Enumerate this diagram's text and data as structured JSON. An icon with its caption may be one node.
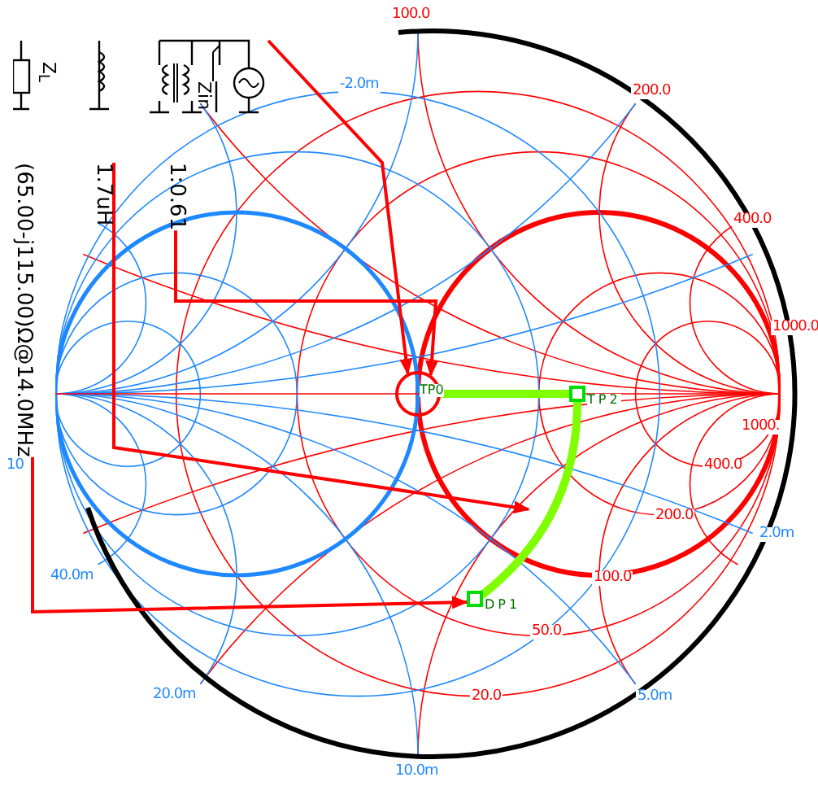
{
  "diagram": {
    "nodes": [
      {
        "text": [],
        "shape": "picture"
      },
      {
        "text": [
          "1.7uH"
        ]
      },
      {
        "text": [
          "1:0.61"
        ]
      },
      {
        "text": [
          "(65.00-j115.00)Ω@14.0MHz"
        ]
      },
      {
        "text": [
          "TP0"
        ]
      },
      {
        "text": [
          "TP2"
        ]
      },
      {
        "text": [
          "DP1"
        ]
      }
    ],
    "edges": [
      {
        "from": 0,
        "to": 4,
        "arrow": "to"
      },
      {
        "from": 2,
        "to": 4,
        "arrow": "to"
      },
      {
        "from": 1,
        "to": null,
        "arrow": "to"
      },
      {
        "from": 3,
        "to": 6,
        "arrow": "to"
      },
      {
        "from": 4,
        "to": 5,
        "arrow": "none",
        "style": "thick",
        "color": "#80ff00"
      },
      {
        "from": 5,
        "to": 6,
        "arrow": "none",
        "style": "thick",
        "color": "#80ff00"
      }
    ],
    "labels": [
      "Z$_{L}$",
      "Zin",
      "100.0",
      "-2.0m",
      "200.0",
      "400.0",
      "1000.0",
      "1000.",
      "400.0",
      "200.0",
      "2.0m",
      "10",
      "40.0m",
      "100.0",
      "50.0",
      "20.0",
      "5.0m",
      "20.0m",
      "10.0m"
    ]
  }
}
